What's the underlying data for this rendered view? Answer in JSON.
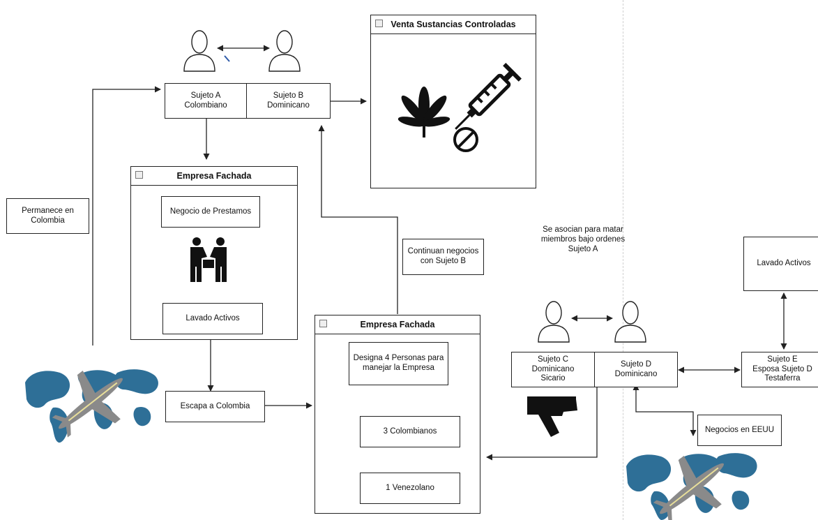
{
  "venta": {
    "title": "Venta Sustancias Controladas"
  },
  "sujeto_a": {
    "line1": "Sujeto A",
    "line2": "Colombiano"
  },
  "sujeto_b": {
    "line1": "Sujeto B",
    "line2": "Dominicano"
  },
  "permanece": "Permanece en Colombia",
  "empresa1": {
    "title": "Empresa Fachada",
    "negocio": "Negocio de Prestamos",
    "lavado": "Lavado Activos"
  },
  "escapa": "Escapa a Colombia",
  "continuan": "Continuan negocios con Sujeto B",
  "empresa2": {
    "title": "Empresa Fachada",
    "designa": "Designa 4 Personas para manejar la Empresa",
    "colombianos": "3 Colombianos",
    "venezolano": "1 Venezolano"
  },
  "asocian": "Se asocian para matar miembros bajo ordenes Sujeto A",
  "sujeto_c": {
    "line1": "Sujeto C",
    "line2": "Dominicano",
    "line3": "Sicario"
  },
  "sujeto_d": {
    "line1": "Sujeto D",
    "line2": "Dominicano"
  },
  "sujeto_e": {
    "line1": "Sujeto E",
    "line2": "Esposa Sujeto D",
    "line3": "Testaferra"
  },
  "lavado_right": "Lavado Activos",
  "negocios_eeuu": "Negocios en EEUU",
  "colors": {
    "map": "#2e6f97",
    "plane": "#8a8a8a",
    "stroke": "#222222",
    "black": "#111111"
  },
  "icons": [
    "person-icon",
    "cannabis-leaf-icon",
    "syringe-icon",
    "pill-icon",
    "handshake-icon",
    "world-map-icon",
    "airplane-icon",
    "pistol-icon"
  ]
}
